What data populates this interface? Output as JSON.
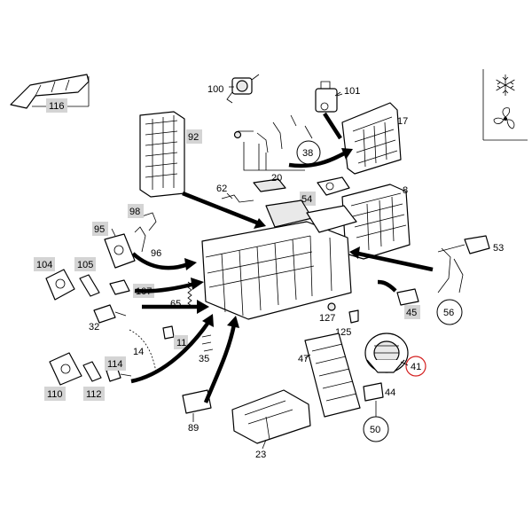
{
  "callouts": {
    "c116": "116",
    "c100": "100",
    "c101": "101",
    "c17": "17",
    "c92": "92",
    "c38": "38",
    "c20": "20",
    "c62": "62",
    "c54": "54",
    "c8": "8",
    "c98": "98",
    "c95": "95",
    "c96": "96",
    "c104": "104",
    "c105": "105",
    "c107": "107",
    "c53": "53",
    "c65": "65",
    "c32": "32",
    "c127": "127",
    "c45": "45",
    "c56": "56",
    "c11": "11",
    "c125": "125",
    "c14": "14",
    "c35": "35",
    "c47": "47",
    "c114": "114",
    "c110": "110",
    "c112": "112",
    "c41": "41",
    "c44": "44",
    "c89": "89",
    "c50": "50",
    "c23": "23"
  },
  "legend": {
    "cooling_icon": "snowflake-icon",
    "ventilation_icon": "fan-icon"
  },
  "colors": {
    "highlight_circle": "#d42020",
    "label_box": "#d4d4d4"
  }
}
